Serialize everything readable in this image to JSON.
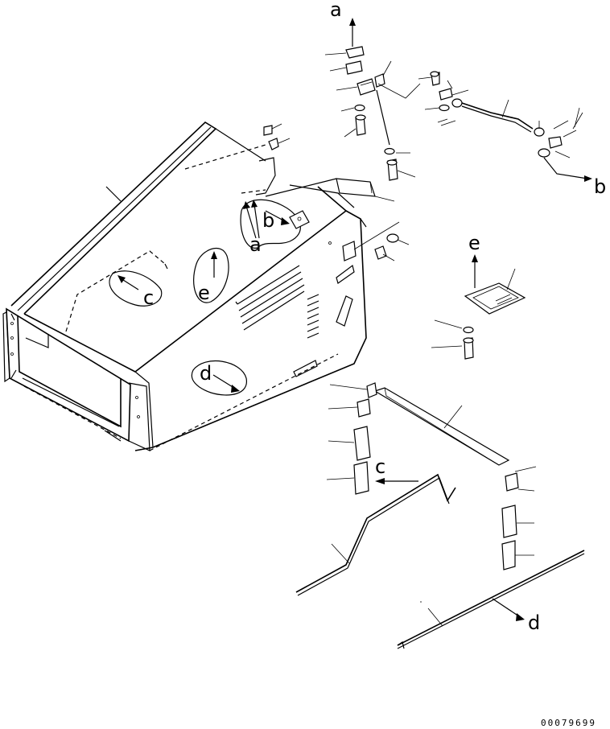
{
  "labels": {
    "a_top": "a",
    "a_mid": "a",
    "b_right": "b",
    "b_mid": "b",
    "c_left": "c",
    "c_right": "c",
    "d_left": "d",
    "d_right": "d",
    "e_left": "e",
    "e_right": "e"
  },
  "drawing_code": "00079699"
}
